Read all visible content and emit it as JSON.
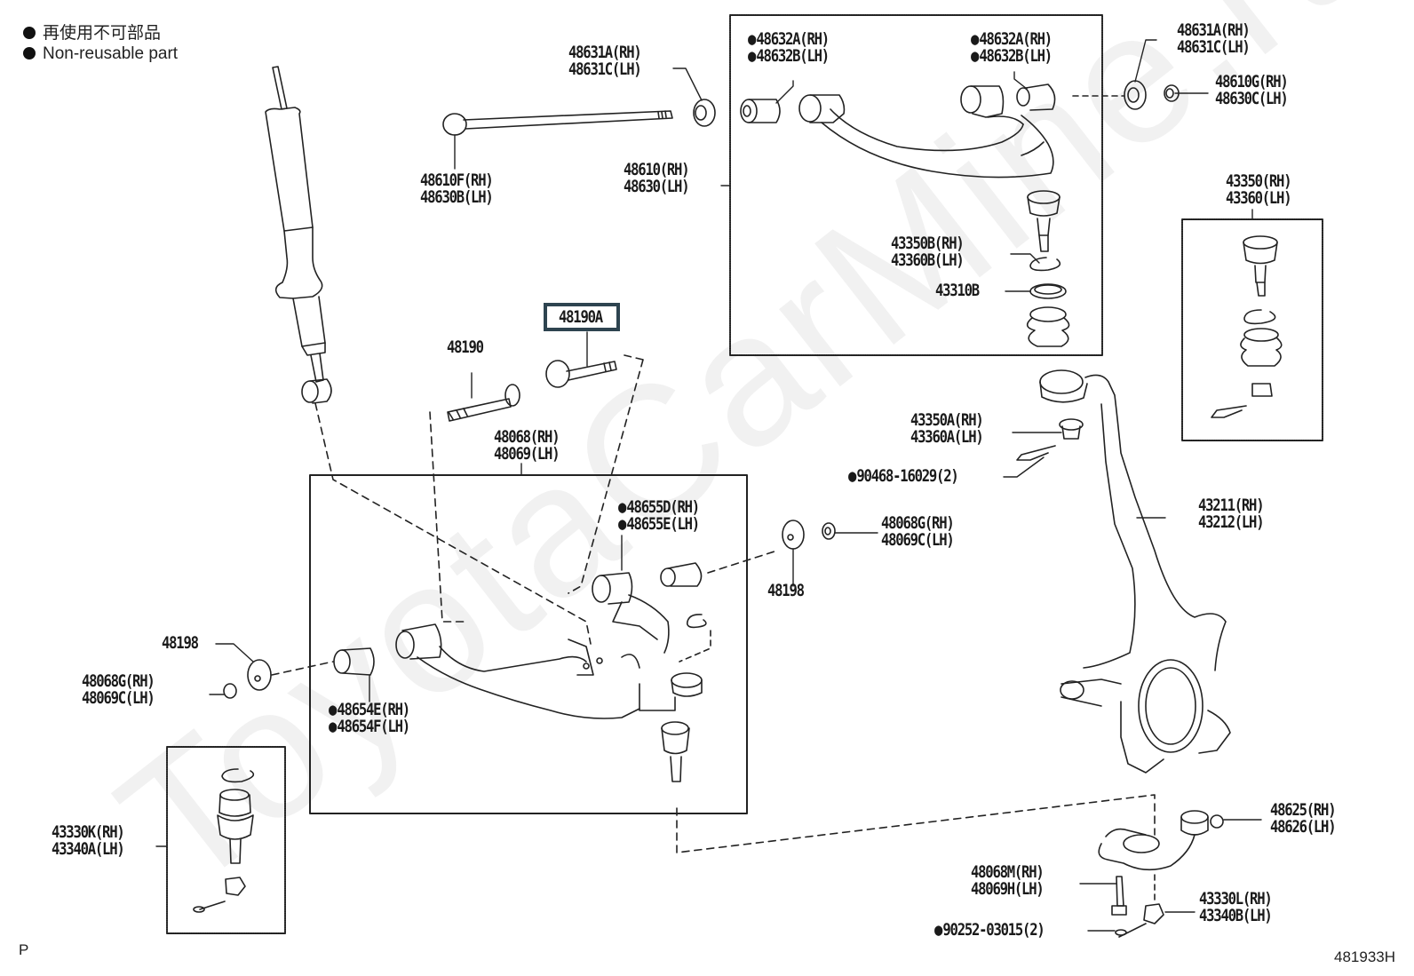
{
  "legend": {
    "items": [
      {
        "symbol": "filled-circle",
        "text": "再使用不可部品"
      },
      {
        "symbol": "filled-circle",
        "text": "Non-reusable part"
      }
    ]
  },
  "watermark": "ToyotaCarMine.ru",
  "highlighted_part": "48190A",
  "labels": {
    "p48631_top": {
      "lines": [
        "48631A(RH)",
        "48631C(LH)"
      ],
      "non_reusable": false
    },
    "p48610F": {
      "lines": [
        "48610F(RH)",
        "48630B(LH)"
      ],
      "non_reusable": false
    },
    "p48610": {
      "lines": [
        "48610(RH)",
        "48630(LH)"
      ],
      "non_reusable": false
    },
    "p48632_left": {
      "lines": [
        "48632A(RH)",
        "48632B(LH)"
      ],
      "non_reusable": true
    },
    "p48632_right": {
      "lines": [
        "48632A(RH)",
        "48632B(LH)"
      ],
      "non_reusable": true
    },
    "p48631_right": {
      "lines": [
        "48631A(RH)",
        "48631C(LH)"
      ],
      "non_reusable": false
    },
    "p48610G": {
      "lines": [
        "48610G(RH)",
        "48630C(LH)"
      ],
      "non_reusable": false
    },
    "p43350": {
      "lines": [
        "43350(RH)",
        "43360(LH)"
      ],
      "non_reusable": false
    },
    "p43350B": {
      "lines": [
        "43350B(RH)",
        "43360B(LH)"
      ],
      "non_reusable": false
    },
    "p43310B": {
      "lines": [
        "43310B"
      ],
      "non_reusable": false
    },
    "p48190": {
      "lines": [
        "48190"
      ],
      "non_reusable": false
    },
    "p48190A": {
      "lines": [
        "48190A"
      ],
      "non_reusable": false
    },
    "p48068": {
      "lines": [
        "48068(RH)",
        "48069(LH)"
      ],
      "non_reusable": false
    },
    "p43350A": {
      "lines": [
        "43350A(RH)",
        "43360A(LH)"
      ],
      "non_reusable": false
    },
    "p90468": {
      "lines": [
        "90468-16029(2)"
      ],
      "non_reusable": true
    },
    "p48655": {
      "lines": [
        "48655D(RH)",
        "48655E(LH)"
      ],
      "non_reusable": true
    },
    "p48068G_right": {
      "lines": [
        "48068G(RH)",
        "48069C(LH)"
      ],
      "non_reusable": false
    },
    "p48198_right": {
      "lines": [
        "48198"
      ],
      "non_reusable": false
    },
    "p43211": {
      "lines": [
        "43211(RH)",
        "43212(LH)"
      ],
      "non_reusable": false
    },
    "p48198_left": {
      "lines": [
        "48198"
      ],
      "non_reusable": false
    },
    "p48068G_left": {
      "lines": [
        "48068G(RH)",
        "48069C(LH)"
      ],
      "non_reusable": false
    },
    "p48654": {
      "lines": [
        "48654E(RH)",
        "48654F(LH)"
      ],
      "non_reusable": true
    },
    "p43330K": {
      "lines": [
        "43330K(RH)",
        "43340A(LH)"
      ],
      "non_reusable": false
    },
    "p48625": {
      "lines": [
        "48625(RH)",
        "48626(LH)"
      ],
      "non_reusable": false
    },
    "p48068M": {
      "lines": [
        "48068M(RH)",
        "48069H(LH)"
      ],
      "non_reusable": false
    },
    "p43330L": {
      "lines": [
        "43330L(RH)",
        "43340B(LH)"
      ],
      "non_reusable": false
    },
    "p90252": {
      "lines": [
        "90252-03015(2)"
      ],
      "non_reusable": true
    }
  },
  "footer": {
    "left_mark": "P",
    "diagram_code": "481933H"
  }
}
